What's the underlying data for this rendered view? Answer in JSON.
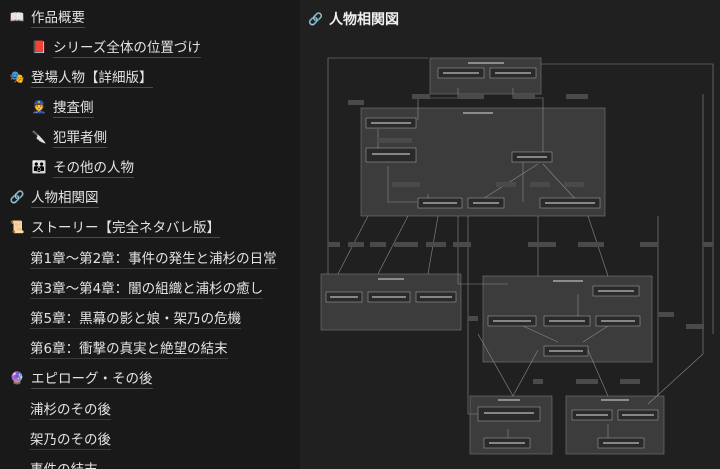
{
  "sidebar": {
    "items": [
      {
        "icon": "📖",
        "label": "作品概要"
      },
      {
        "icon": "📕",
        "label": "シリーズ全体の位置づけ"
      },
      {
        "icon": "🎭",
        "label": "登場人物【詳細版】"
      },
      {
        "icon": "👮",
        "label": "捜査側"
      },
      {
        "icon": "🔪",
        "label": "犯罪者側"
      },
      {
        "icon": "👪",
        "label": "その他の人物"
      },
      {
        "icon": "🔗",
        "label": "人物相関図"
      },
      {
        "icon": "📜",
        "label": "ストーリー【完全ネタバレ版】"
      },
      {
        "icon": "",
        "label": "第1章〜第2章：事件の発生と浦杉の日常"
      },
      {
        "icon": "",
        "label": "第3章〜第4章：闇の組織と浦杉の癒し"
      },
      {
        "icon": "",
        "label": "第5章：黒幕の影と娘・架乃の危機"
      },
      {
        "icon": "",
        "label": "第6章：衝撃の真実と絶望の結末"
      },
      {
        "icon": "🔮",
        "label": "エピローグ・その後"
      },
      {
        "icon": "",
        "label": "浦杉のその後"
      },
      {
        "icon": "",
        "label": "架乃のその後"
      },
      {
        "icon": "",
        "label": "事件の結末"
      }
    ]
  },
  "main": {
    "title_icon": "🔗",
    "title": "人物相関図"
  }
}
